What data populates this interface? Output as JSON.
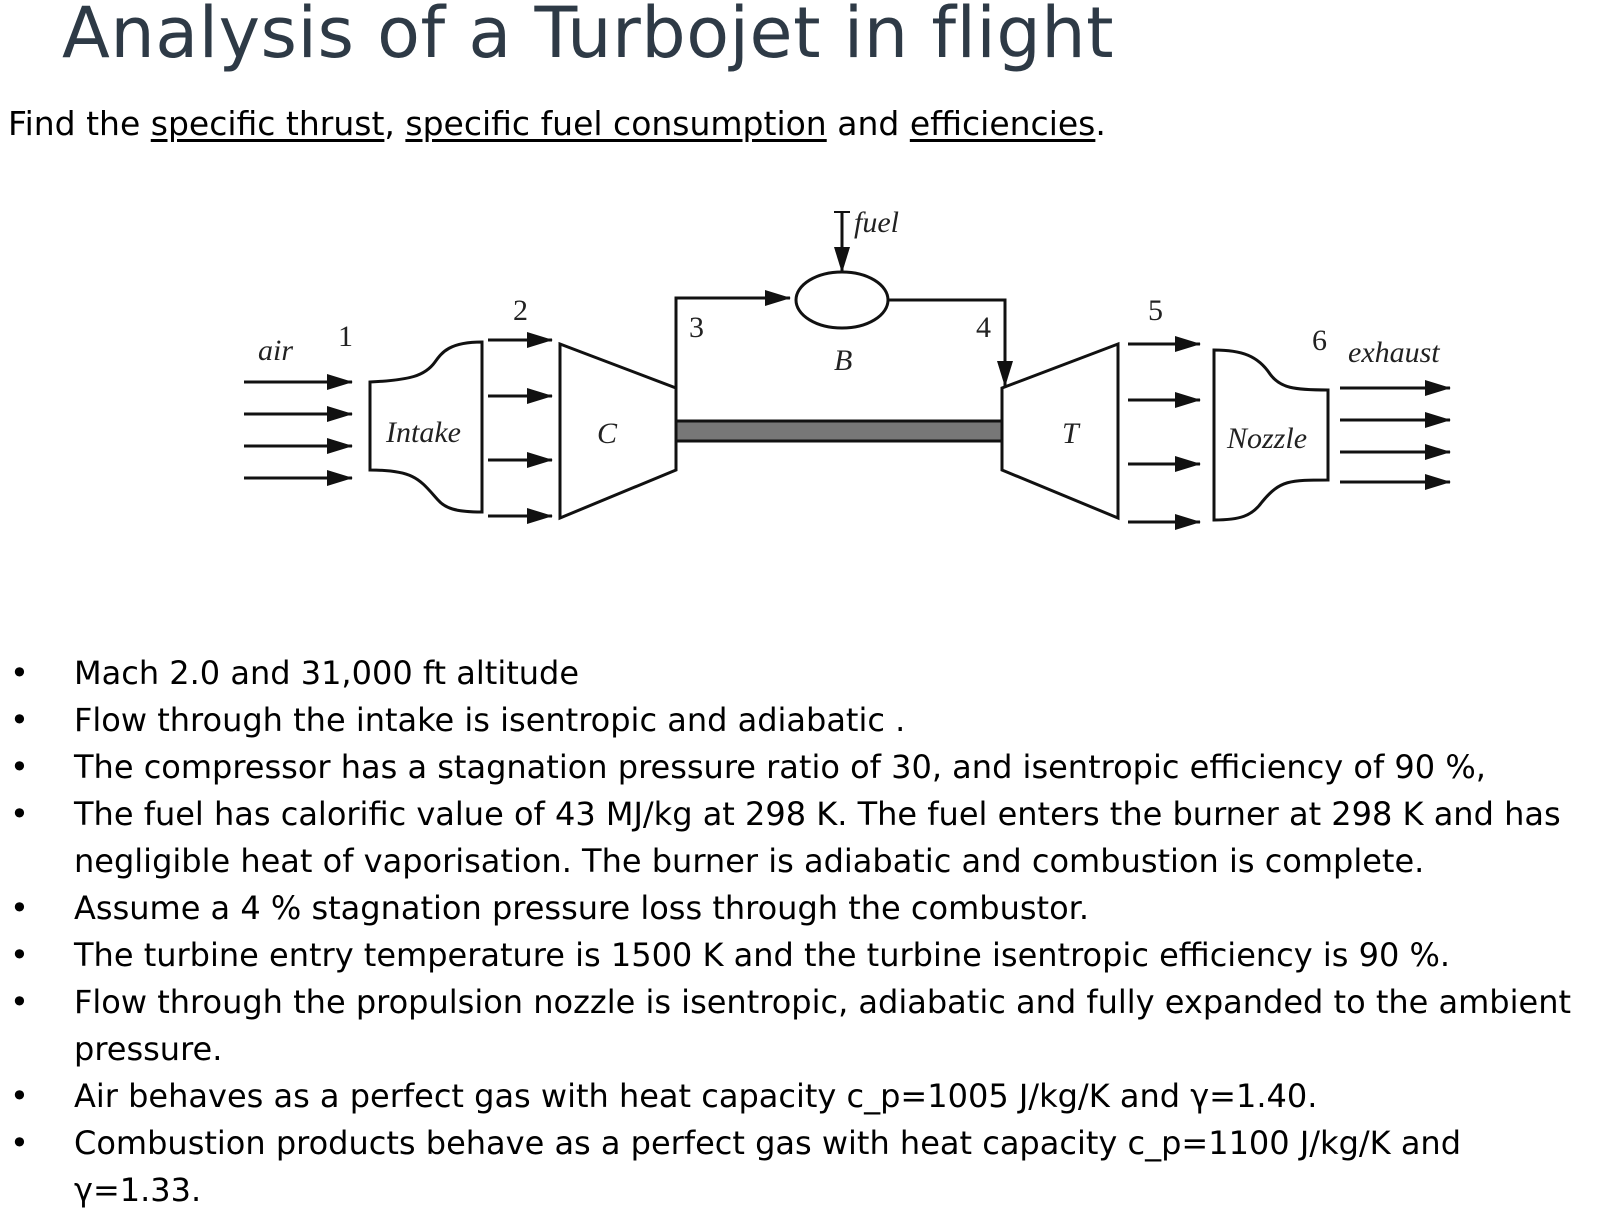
{
  "title": "Analysis of a Turbojet in flight",
  "subtitle": {
    "prefix": "Find the ",
    "link1": "specific thrust",
    "sep1": ", ",
    "link2": "specific fuel consumption",
    "sep2": " and ",
    "link3": "efficiencies",
    "suffix": "."
  },
  "diagram": {
    "air": "air",
    "fuel": "fuel",
    "exhaust": "exhaust",
    "intake": "Intake",
    "compressor": "C",
    "burner": "B",
    "turbine": "T",
    "nozzle": "Nozzle",
    "stations": [
      "1",
      "2",
      "3",
      "4",
      "5",
      "6"
    ]
  },
  "bullet_symbol": "•",
  "conditions": [
    "Mach 2.0 and 31,000 ft altitude",
    "Flow through the intake is isentropic and adiabatic .",
    "The compressor has a stagnation pressure ratio of 30, and isentropic efficiency of 90 %,",
    "The fuel has calorific value of 43 MJ/kg at 298 K. The fuel enters the burner at 298 K and has negligible heat of vaporisation. The burner is adiabatic and combustion is complete.",
    "Assume a 4 % stagnation pressure loss through the combustor.",
    "The turbine entry temperature is 1500 K and the turbine isentropic efficiency is 90 %.",
    "Flow through the propulsion nozzle is isentropic, adiabatic and fully expanded to the ambient pressure.",
    "Air behaves as a perfect gas with heat capacity c_p=1005 J/kg/K and γ=1.40.",
    "Combustion products behave as a perfect gas with heat capacity c_p=1100 J/kg/K and γ=1.33."
  ]
}
